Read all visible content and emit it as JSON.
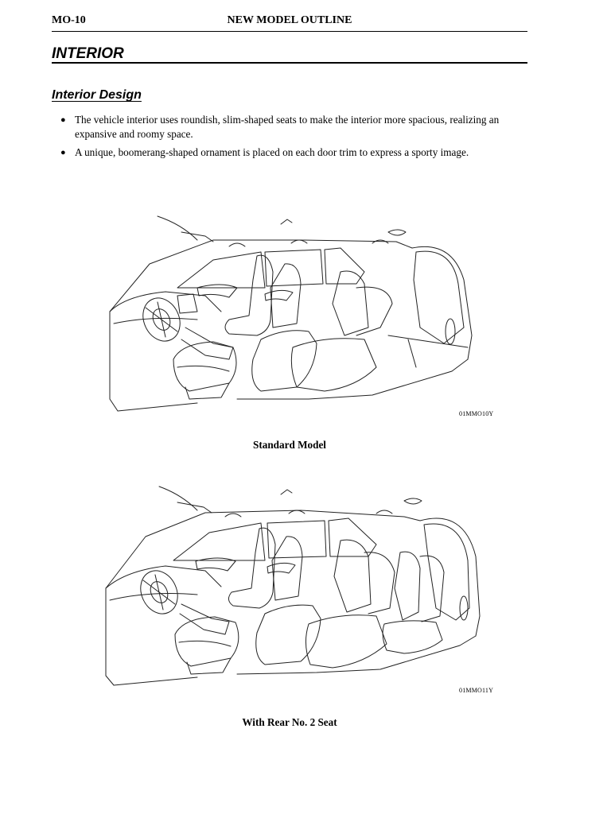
{
  "header": {
    "page_code": "MO-10",
    "title": "NEW MODEL OUTLINE"
  },
  "section": {
    "title": "INTERIOR"
  },
  "subsection": {
    "title": "Interior Design"
  },
  "bullets": [
    "The vehicle interior uses roundish, slim-shaped seats to make the interior more spacious, realizing an expansive and roomy space.",
    "A unique, boomerang-shaped ornament is placed on each door trim to express a sporty image."
  ],
  "figures": [
    {
      "code": "01MMO10Y",
      "caption": "Standard Model"
    },
    {
      "code": "01MMO11Y",
      "caption": "With Rear No. 2 Seat"
    }
  ]
}
